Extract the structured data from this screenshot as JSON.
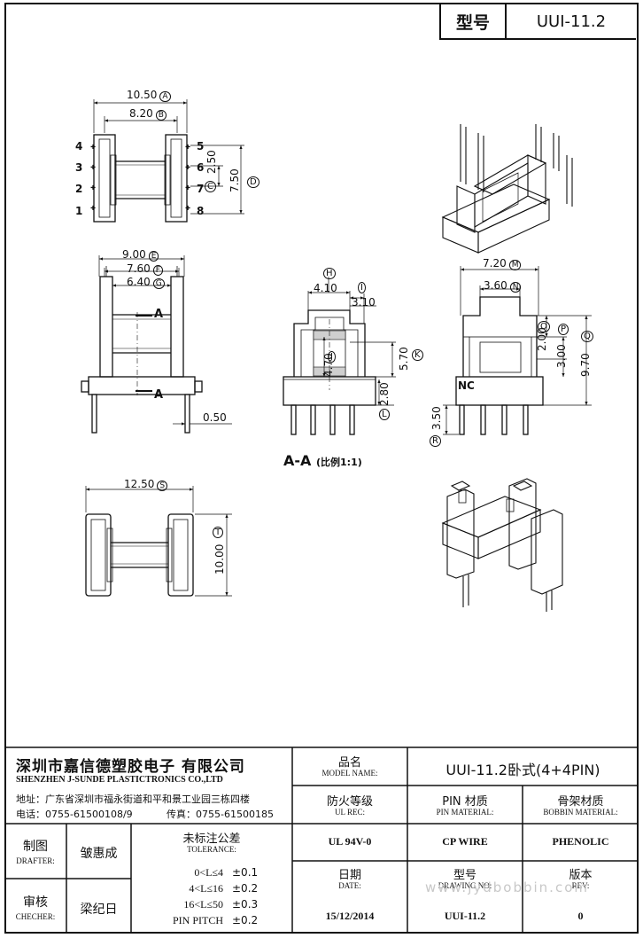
{
  "header": {
    "label": "型号",
    "value": "UUI-11.2"
  },
  "dims": {
    "a": "10.50",
    "a_tag": "A",
    "b": "8.20",
    "b_tag": "B",
    "c": "2.50",
    "c_tag": "C",
    "d": "7.50",
    "d_tag": "D",
    "e": "9.00",
    "e_tag": "E",
    "f": "7.60",
    "f_tag": "F",
    "g": "6.40",
    "g_tag": "G",
    "h_tag": "H",
    "h": "4.10",
    "i_tag": "I",
    "i": "3.10",
    "j": "4.70",
    "j_tag": "J",
    "k": "5.70",
    "k_tag": "K",
    "l": "2.80",
    "l_tag": "L",
    "m": "7.20",
    "m_tag": "M",
    "n": "3.60",
    "n_tag": "N",
    "o": "2.00",
    "o_tag": "O",
    "p": "3.00",
    "p_tag": "P",
    "q": "9.70",
    "q_tag": "Q",
    "r": "3.50",
    "r_tag": "R",
    "s": "12.50",
    "s_tag": "S",
    "t": "10.00",
    "t_tag": "T",
    "pin": "0.50"
  },
  "pins_left": [
    "4",
    "3",
    "2",
    "1"
  ],
  "pins_right": [
    "5",
    "6",
    "7",
    "8"
  ],
  "section_mark": "A",
  "section_title": "A-A",
  "section_scale": "(比例1:1)",
  "nc_label": "NC",
  "company": {
    "name_cn": "深圳市嘉信德塑胶电子 有限公司",
    "name_en": "SHENZHEN J-SUNDE PLASTICTRONICS CO.,LTD",
    "address": "地址：广东省深圳市福永街道和平和景工业园三栋四楼",
    "tel": "电话：0755-61500108/9",
    "fax": "传真：0755-61500185"
  },
  "title_block": {
    "model_name_cn": "品名",
    "model_name_en": "MODEL NAME:",
    "model_name_value": "UUI-11.2卧式(4+4PIN)",
    "ul_rec_cn": "防火等级",
    "ul_rec_en": "UL REC:",
    "pin_mat_cn": "PIN 材质",
    "pin_mat_en": "PIN MATERIAL:",
    "bobbin_mat_cn": "骨架材质",
    "bobbin_mat_en": "BOBBIN MATERIAL:",
    "ul_rec_value": "UL 94V-0",
    "pin_mat_value": "CP WIRE",
    "bobbin_mat_value": "PHENOLIC",
    "drafter_cn": "制图",
    "drafter_en": "DRAFTER:",
    "drafter_value": "皱惠成",
    "checker_cn": "审核",
    "checker_en": "CHECHER:",
    "checker_value": "梁纪日",
    "tolerance_cn": "未标注公差",
    "tolerance_en": "TOLERANCE:",
    "tolerances": [
      {
        "range": "0<L≤4",
        "tol": "±0.1"
      },
      {
        "range": "4<L≤16",
        "tol": "±0.2"
      },
      {
        "range": "16<L≤50",
        "tol": "±0.3"
      },
      {
        "range": "PIN PITCH",
        "tol": "±0.2"
      }
    ],
    "date_cn": "日期",
    "date_en": "DATE:",
    "date_value": "15/12/2014",
    "drawing_no_cn": "型号",
    "drawing_no_en": "DRAWING NO:",
    "drawing_no_value": "UUI-11.2",
    "rev_cn": "版本",
    "rev_en": "REV:",
    "rev_value": "0"
  },
  "watermark": "www.jydbobbin.com"
}
